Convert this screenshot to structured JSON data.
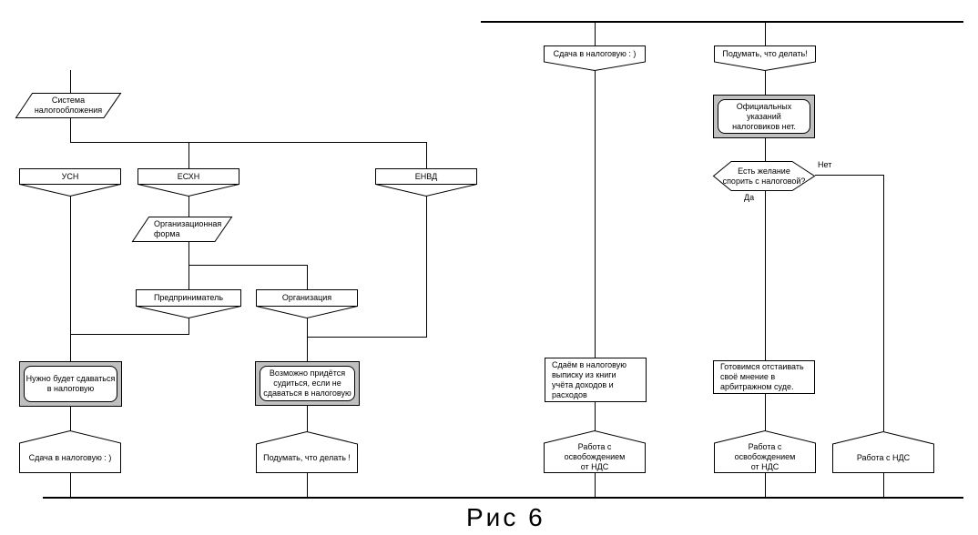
{
  "figure_caption": "Рис 6",
  "labels": {
    "yes": "Да",
    "no": "Нет"
  },
  "nodes": {
    "tax_system": "Система\nналогообложения",
    "usn": "УСН",
    "eskhn": "ЕСХН",
    "envd": "ЕНВД",
    "org_form": "Организационная\nформа",
    "entrepreneur": "Предприниматель",
    "organization": "Организация",
    "must_report": "Нужно будет сдаваться\nв налоговую",
    "maybe_court": "Возможно придётся\nсудиться, если не\nсдаваться в налоговую",
    "submit_left": "Сдача в налоговую : )",
    "think_left": "Подумать, что делать !",
    "submit_top": "Сдача в налоговую : )",
    "think_top": "Подумать, что делать!",
    "no_official": "Официальных\nуказаний\nналоговиков нет.",
    "want_argue": "Есть желание\nспорить с налоговой?",
    "submit_extract": "Сдаём в налоговую\nвыписку из книги\nучёта доходов и\nрасходов",
    "defend_court": "Готовимся отстаивать\nсвоё мнение в\nарбитражном суде.",
    "vat_exempt_1": "Работа с\nосвобождением\nот НДС",
    "vat_exempt_2": "Работа с\nосвобождением\nот НДС",
    "vat_work": "Работа с НДС"
  },
  "colors": {
    "line": "#000000",
    "node_fill": "#ffffff",
    "shadow_fill": "#c0c0c0",
    "text": "#000000"
  }
}
